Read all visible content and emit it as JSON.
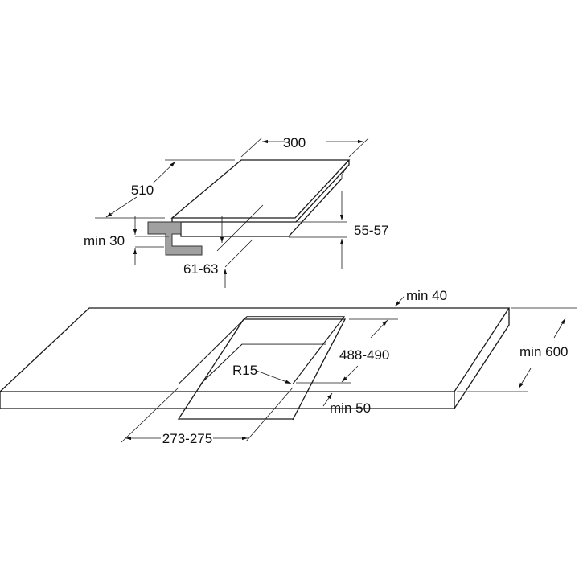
{
  "hob_dimensions": {
    "width": "300",
    "depth": "510",
    "min_below": "min 30",
    "body_height": "55-57",
    "total_height": "61-63"
  },
  "cutout_dimensions": {
    "min_back": "min 40",
    "cutout_depth": "488-490",
    "worktop_depth": "min 600",
    "corner_radius": "R15",
    "min_front": "min 50",
    "cutout_width": "273-275"
  },
  "colors": {
    "line": "#1a1a1a",
    "bracket": "#a0a0a0"
  }
}
